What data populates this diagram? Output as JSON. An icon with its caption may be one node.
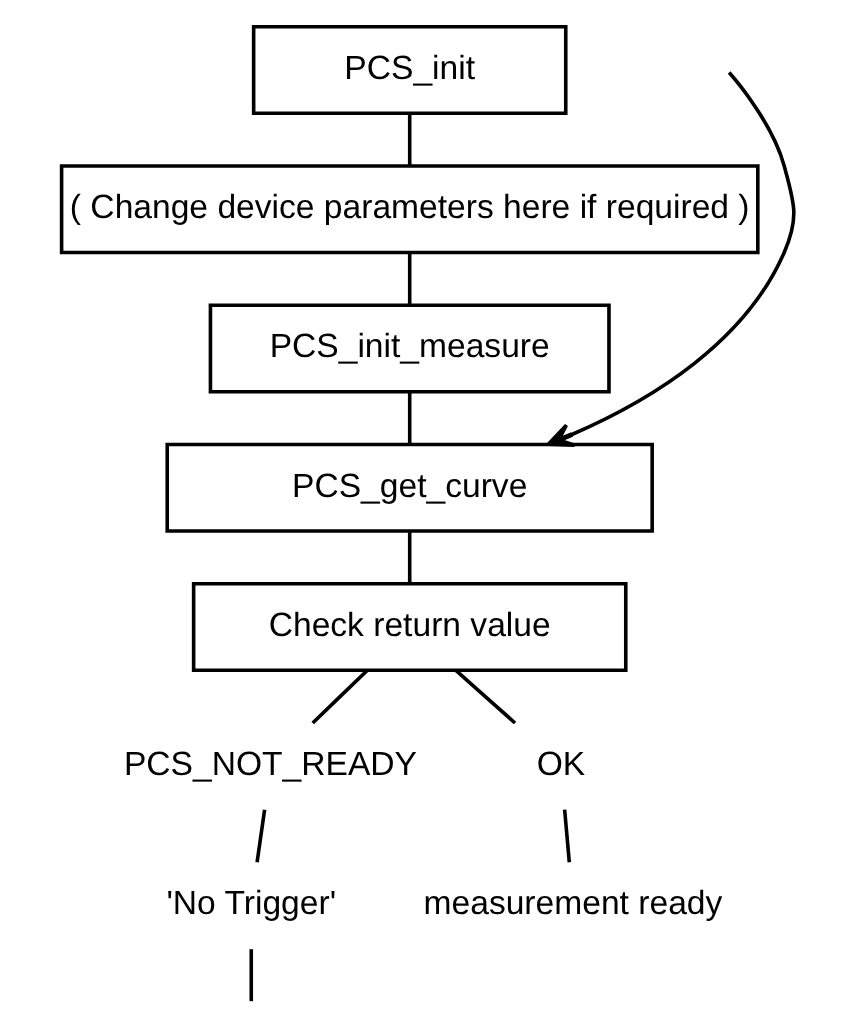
{
  "diagram": {
    "nodes": [
      {
        "text": [
          "PCS_init"
        ]
      },
      {
        "text": [
          "( Change device parameters here if required )"
        ]
      },
      {
        "text": [
          "PCS_init_measure"
        ]
      },
      {
        "text": [
          "PCS_get_curve"
        ]
      },
      {
        "text": [
          "Check return value"
        ]
      },
      {
        "text": [
          "PCS_NOT_READY"
        ]
      },
      {
        "text": [
          "OK"
        ]
      },
      {
        "text": [
          "'No Trigger'"
        ]
      },
      {
        "text": [
          "measurement ready"
        ]
      }
    ],
    "edges": [
      {
        "from": 0,
        "to": 1,
        "arrow": "none"
      },
      {
        "from": 1,
        "to": 2,
        "arrow": "none"
      },
      {
        "from": 2,
        "to": 3,
        "arrow": "none"
      },
      {
        "from": 3,
        "to": 4,
        "arrow": "none"
      },
      {
        "from": 4,
        "to": 5,
        "arrow": "none"
      },
      {
        "from": 4,
        "to": 6,
        "arrow": "none"
      },
      {
        "from": 5,
        "to": 7,
        "arrow": "none"
      },
      {
        "from": 6,
        "to": 8,
        "arrow": "none"
      },
      {
        "from": 7,
        "to": null,
        "arrow": "none"
      },
      {
        "from": null,
        "to": 3,
        "arrow": "to"
      }
    ]
  }
}
